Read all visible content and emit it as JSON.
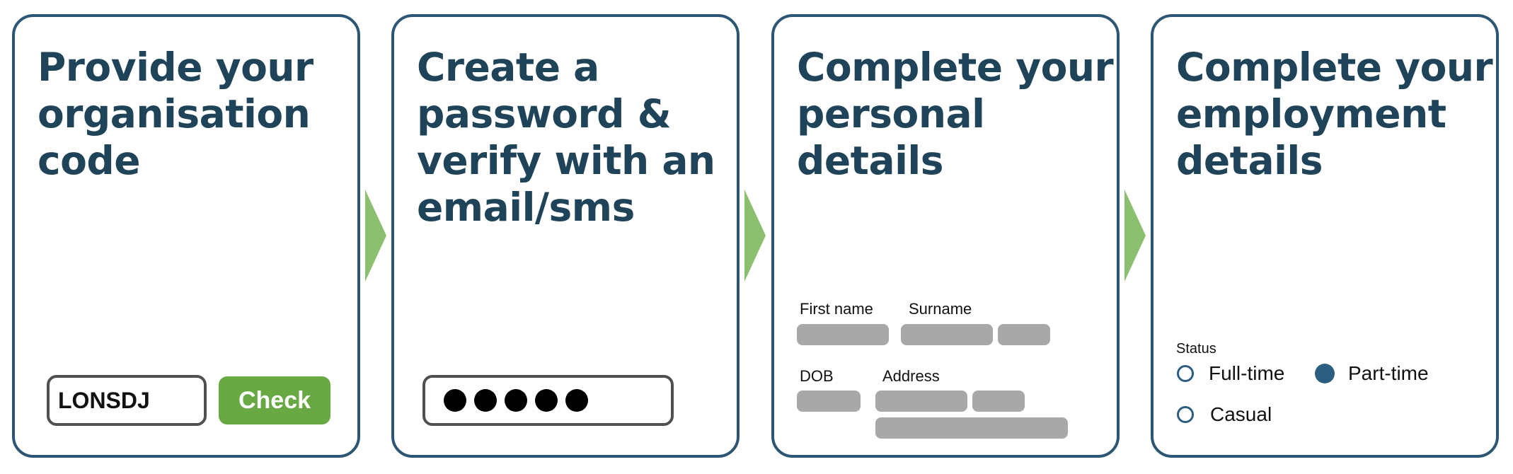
{
  "steps": [
    {
      "title_lines": [
        "Provide your",
        "organisation",
        "code"
      ],
      "code_value": "LONSDJ",
      "check_label": "Check"
    },
    {
      "title_lines": [
        "Create a",
        "password &",
        "verify with an",
        "email/sms"
      ],
      "password_mask_count": 5
    },
    {
      "title_lines": [
        "Complete your",
        "personal",
        "details"
      ],
      "first_name_label": "First name",
      "surname_label": "Surname",
      "dob_label": "DOB",
      "address_label": "Address"
    },
    {
      "title_lines": [
        "Complete your",
        "employment",
        "details"
      ],
      "status_label": "Status",
      "options": [
        {
          "label": "Full-time",
          "selected": false
        },
        {
          "label": "Part-time",
          "selected": true
        },
        {
          "label": "Casual",
          "selected": false
        }
      ]
    }
  ],
  "colors": {
    "card_border": "#2d5574",
    "title_text": "#1f4358",
    "arrow": "#8cc070",
    "check_button": "#68a944",
    "placeholder_bar": "#a8a8a8",
    "radio": "#2d5d80"
  }
}
